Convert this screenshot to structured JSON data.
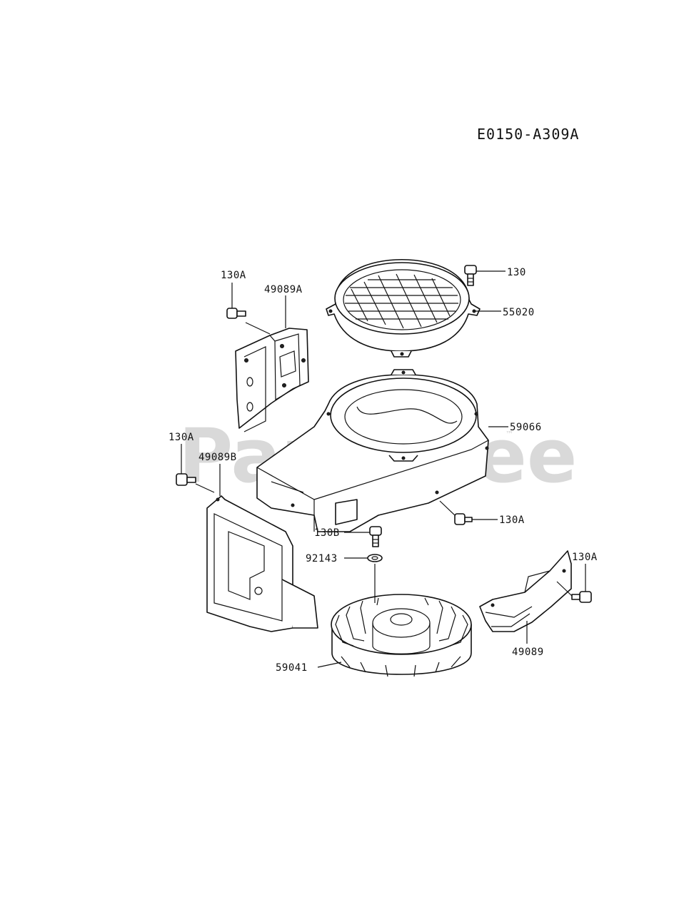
{
  "diagram": {
    "code": "E0150-A309A",
    "watermark": "PartsTree",
    "watermark_tm": "™",
    "callouts": [
      {
        "id": "c-130",
        "label": "130"
      },
      {
        "id": "c-55020",
        "label": "55020"
      },
      {
        "id": "c-130a-top",
        "label": "130A"
      },
      {
        "id": "c-49089a",
        "label": "49089A"
      },
      {
        "id": "c-59066",
        "label": "59066"
      },
      {
        "id": "c-130a-left",
        "label": "130A"
      },
      {
        "id": "c-49089b",
        "label": "49089B"
      },
      {
        "id": "c-130a-mid",
        "label": "130A"
      },
      {
        "id": "c-130b",
        "label": "130B"
      },
      {
        "id": "c-92143",
        "label": "92143"
      },
      {
        "id": "c-130a-right",
        "label": "130A"
      },
      {
        "id": "c-59041",
        "label": "59041"
      },
      {
        "id": "c-49089",
        "label": "49089"
      }
    ]
  }
}
